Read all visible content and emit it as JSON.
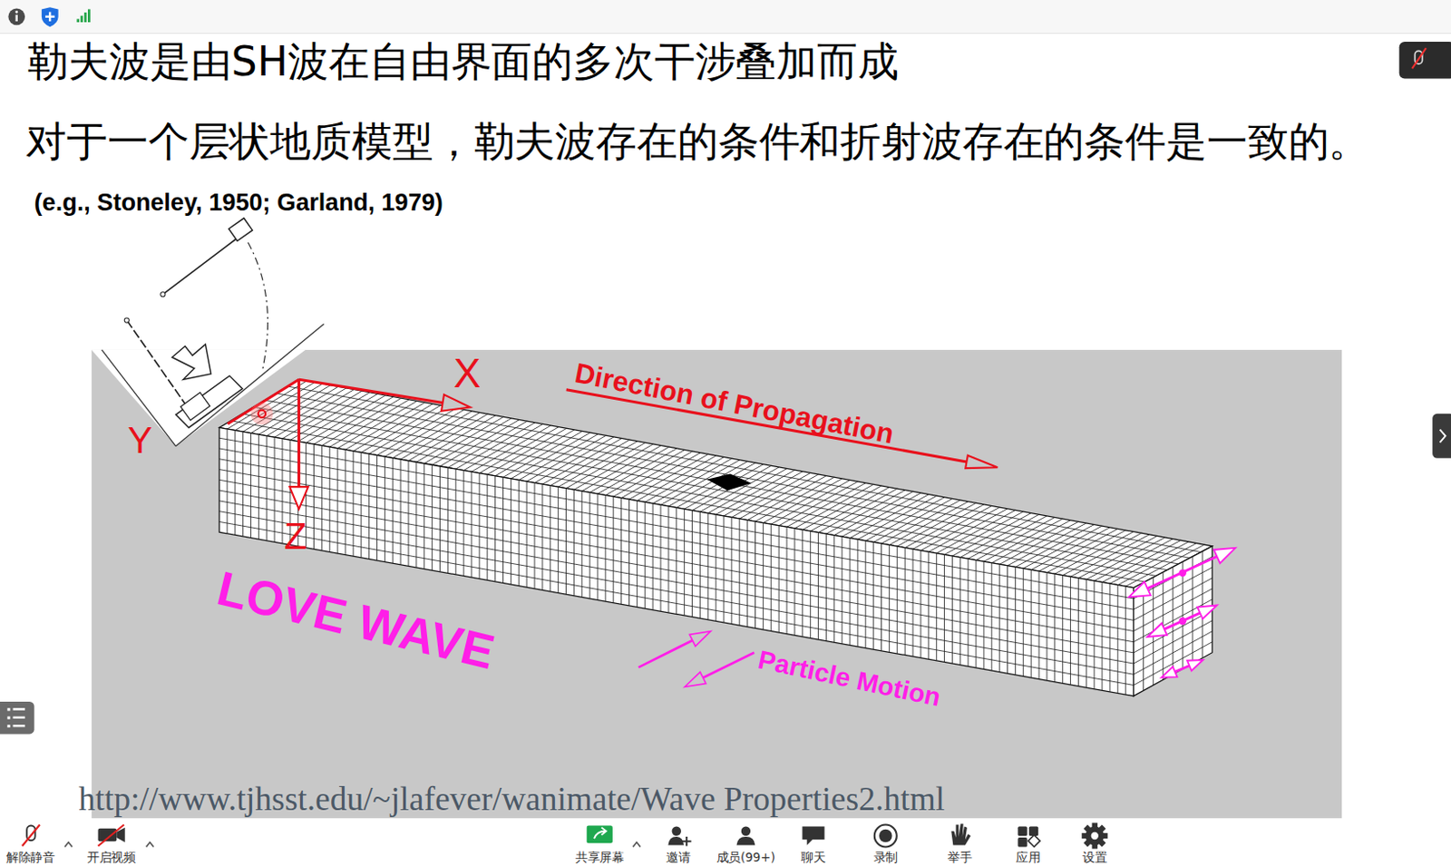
{
  "diagram": {
    "title": "勒夫波是由SH波在自由界面的多次干涉叠加而成",
    "labels": [
      "对于一个层状地质模型，勒夫波存在的条件和折射波存在的条件是一致的。",
      "(e.g., Stoneley, 1950; Garland, 1979)",
      "X",
      "Y",
      "Z",
      "Direction of Propagation",
      "LOVE WAVE",
      "Particle Motion",
      "http://www.tjhsst.edu/~jlafever/wanimate/Wave Properties2.html",
      "解除静音",
      "开启视频",
      "共享屏幕",
      "邀请",
      "成员(99+)",
      "聊天",
      "录制",
      "举手",
      "应用",
      "设置"
    ]
  }
}
